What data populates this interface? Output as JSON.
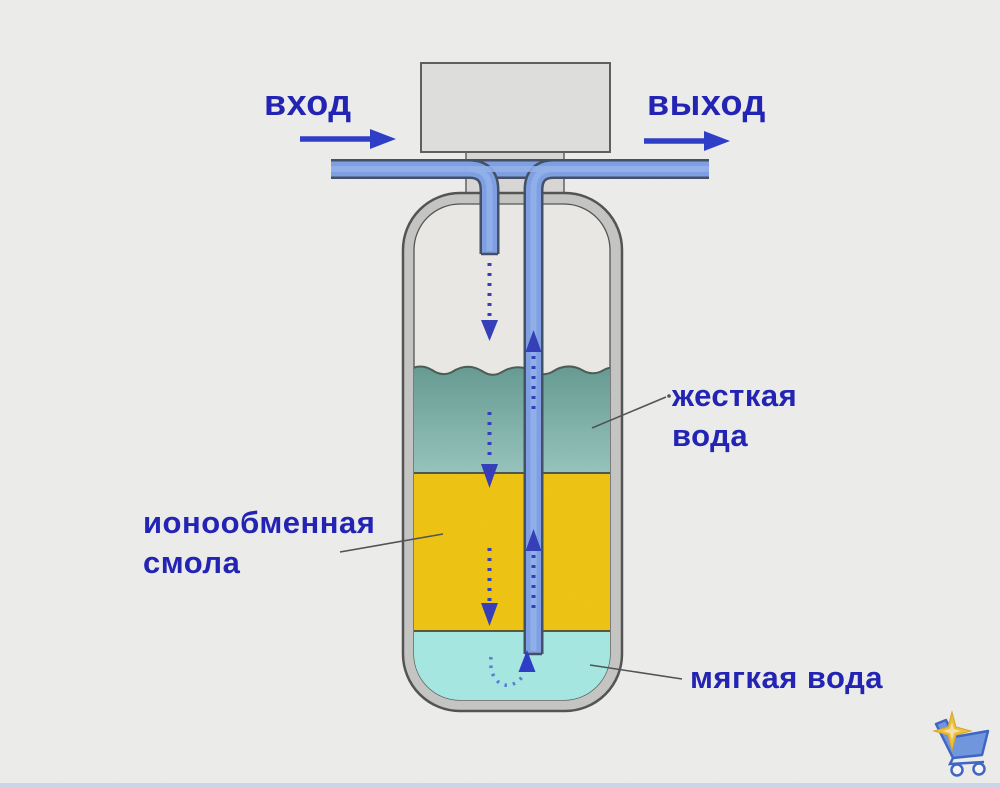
{
  "scene": {
    "inlet_label": "вход",
    "outlet_label": "выход",
    "hard_water_label_line1": "жесткая",
    "hard_water_label_line2": "вода",
    "resin_label_line1": "ионообменная",
    "resin_label_line2": "смола",
    "soft_water_label": "мягкая вода"
  },
  "colors": {
    "background": "#f4f4f2",
    "label_text": "#2324b4",
    "flow_arrow": "#2a33bb",
    "io_arrow": "#2233cc",
    "pipe_fill": "#7aa0ea",
    "pipe_highlight": "#93b4f3",
    "pipe_outline": "#3b475f",
    "tank_wall_fill": "#c9c9c7",
    "tank_outline": "#4c4c4c",
    "tank_interior": "#f1f0ec",
    "cap_fill": "#e5e5e3",
    "hard_water_top": "#619b91",
    "hard_water_bottom": "#95c8c0",
    "resin": "#f6c805",
    "soft_water": "#a6efe8",
    "leader_line": "#4a4a4a",
    "logo_cart": "#4a7fd8",
    "logo_star": "#f5c431",
    "bottom_strip": "#ccd4e8"
  }
}
